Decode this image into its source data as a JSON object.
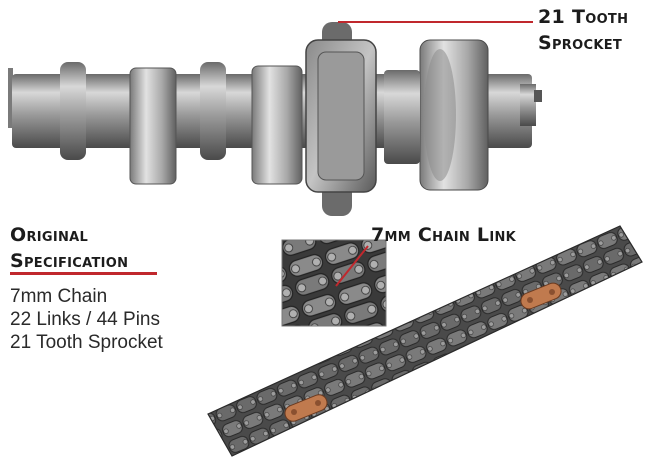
{
  "labels": {
    "sprocket_line1": "21 Tooth",
    "sprocket_line2": "Sprocket",
    "chain_link": "7mm Chain Link"
  },
  "spec": {
    "heading_line1": "Original",
    "heading_line2": "Specification",
    "items": [
      "7mm Chain",
      "22 Links / 44 Pins",
      "21 Tooth Sprocket"
    ]
  },
  "colors": {
    "accent": "#c0282d",
    "text": "#1c1c1c",
    "steel_light": "#d0d0d0",
    "steel_dark": "#5a5a5a",
    "chain_dark": "#3a3a3a",
    "copper": "#c07a4e"
  },
  "icons": [
    "camshaft-photo",
    "timing-chain-photo",
    "chain-link-closeup-photo"
  ]
}
